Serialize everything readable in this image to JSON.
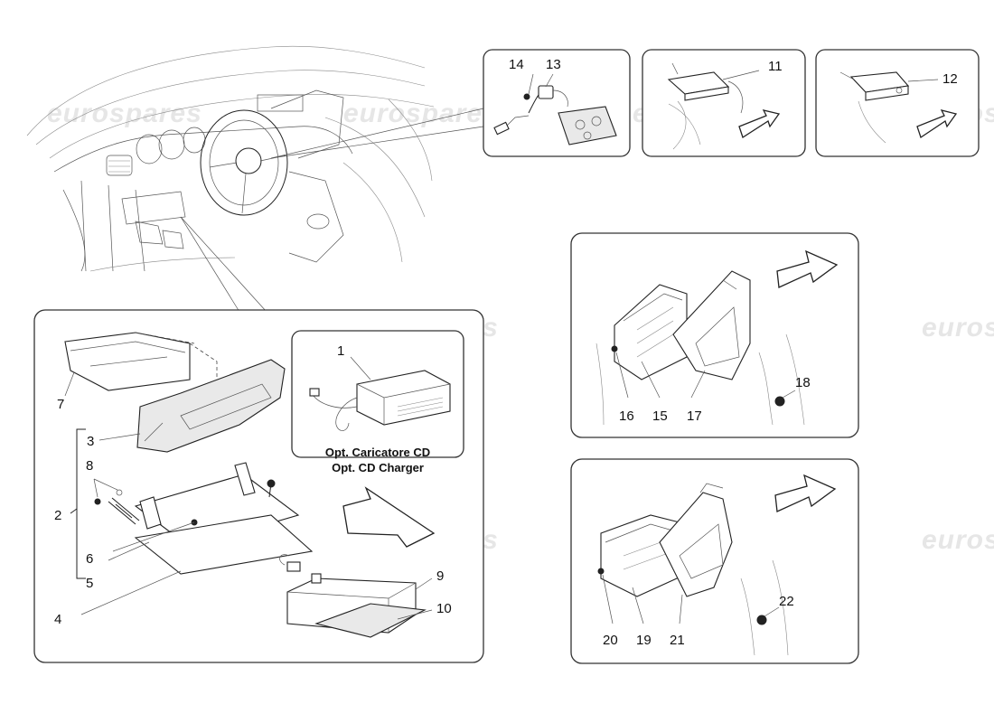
{
  "watermark": "eurospares",
  "caption": {
    "line1": "Opt. Caricatore CD",
    "line2": "Opt. CD Charger"
  },
  "callouts": {
    "n1": "1",
    "n2": "2",
    "n3": "3",
    "n4": "4",
    "n5": "5",
    "n6": "6",
    "n7": "7",
    "n8": "8",
    "n9": "9",
    "n10": "10",
    "n11": "11",
    "n12": "12",
    "n13": "13",
    "n14": "14",
    "n15": "15",
    "n16": "16",
    "n17": "17",
    "n18": "18",
    "n19": "19",
    "n20": "20",
    "n21": "21",
    "n22": "22"
  }
}
